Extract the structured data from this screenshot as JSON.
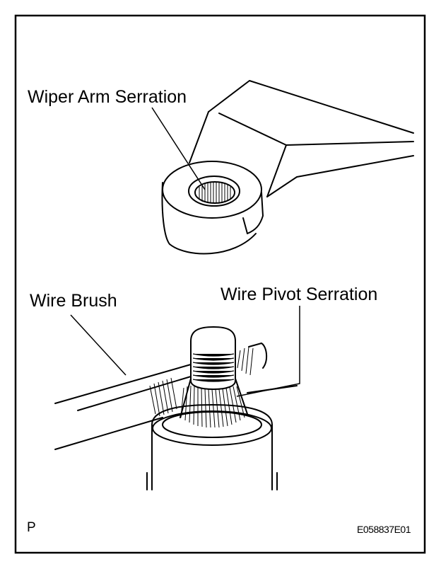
{
  "labels": {
    "wiper_arm_serration": "Wiper Arm Serration",
    "wire_brush": "Wire Brush",
    "wire_pivot_serration": "Wire Pivot Serration",
    "page_marker": "P",
    "figure_code": "E058837E01"
  },
  "colors": {
    "line": "#000000",
    "background": "#ffffff"
  }
}
